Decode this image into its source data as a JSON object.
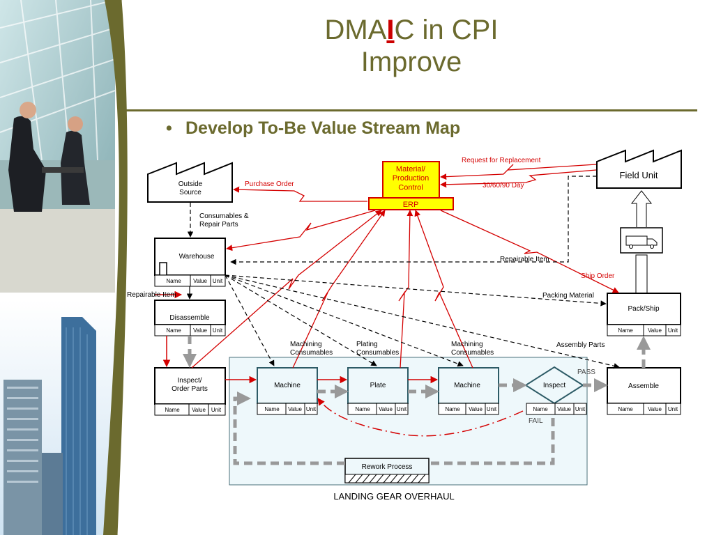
{
  "title": {
    "line1_pre": "DMA",
    "line1_highlight": "I",
    "line1_post": "C in CPI",
    "line2": "Improve"
  },
  "bullet": "Develop To-Be Value Stream Map",
  "nodes": {
    "outside_source": "Outside\nSource",
    "mpc": "Material/\nProduction\nControl",
    "erp": "ERP",
    "field_unit": "Field Unit",
    "warehouse": "Warehouse",
    "disassemble": "Disassemble",
    "inspect_order": "Inspect/\nOrder Parts",
    "machine1": "Machine",
    "plate": "Plate",
    "machine2": "Machine",
    "inspect": "Inspect",
    "assemble": "Assemble",
    "packship": "Pack/Ship",
    "rework": "Rework Process",
    "region": "LANDING GEAR OVERHAUL"
  },
  "data_box": {
    "name": "Name",
    "value": "Value",
    "unit": "Unit"
  },
  "labels": {
    "purchase_order": "Purchase Order",
    "request_replacement": "Request for Replacement",
    "day_30_60_90": "30/60/90 Day",
    "consumables_repair": "Consumables &\nRepair Parts",
    "repairable_item_left": "Repairable Item",
    "repairable_item_right": "Repairable Item",
    "ship_order": "Ship Order",
    "packing_material": "Packing Material",
    "machining1": "Machining\nConsumables",
    "plating": "Plating\nConsumables",
    "machining2": "Machining\nConsumables",
    "assembly_parts": "Assembly Parts",
    "pass": "PASS",
    "fail": "FAIL"
  },
  "colors": {
    "title": "#6b6a2e",
    "red": "#d40000",
    "erp_fill": "#ffff00",
    "region_fill": "#eef8fb",
    "arrow_gray": "#999999"
  }
}
